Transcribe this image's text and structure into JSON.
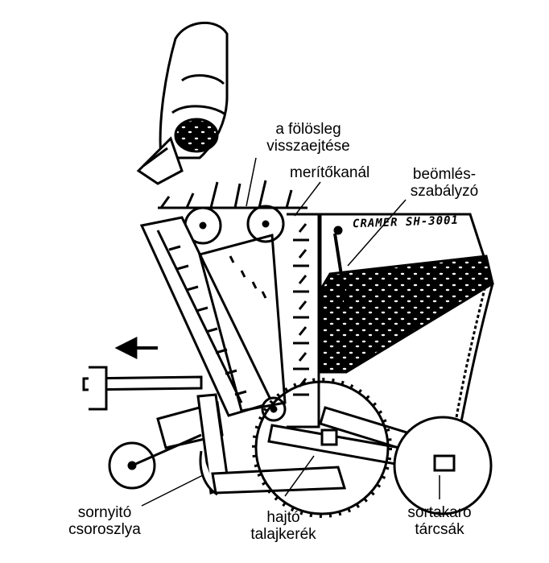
{
  "labels": {
    "excess_return": [
      "a fölösleg",
      "visszaejtése"
    ],
    "scoop": "merítőkanál",
    "inflow_regulator": [
      "beömlés-",
      "szabályzó"
    ],
    "plate": "CRAMER SH-3001",
    "furrow_opener": [
      "sornyitó",
      "csoroszlya"
    ],
    "drive_wheel": [
      "hajtó",
      "talajkerék"
    ],
    "row_covering_discs": [
      "sortakaró",
      "tárcsák"
    ]
  },
  "colors": {
    "ink": "#000000",
    "paper": "#ffffff"
  },
  "icons": {
    "direction": "arrow-left-icon"
  }
}
